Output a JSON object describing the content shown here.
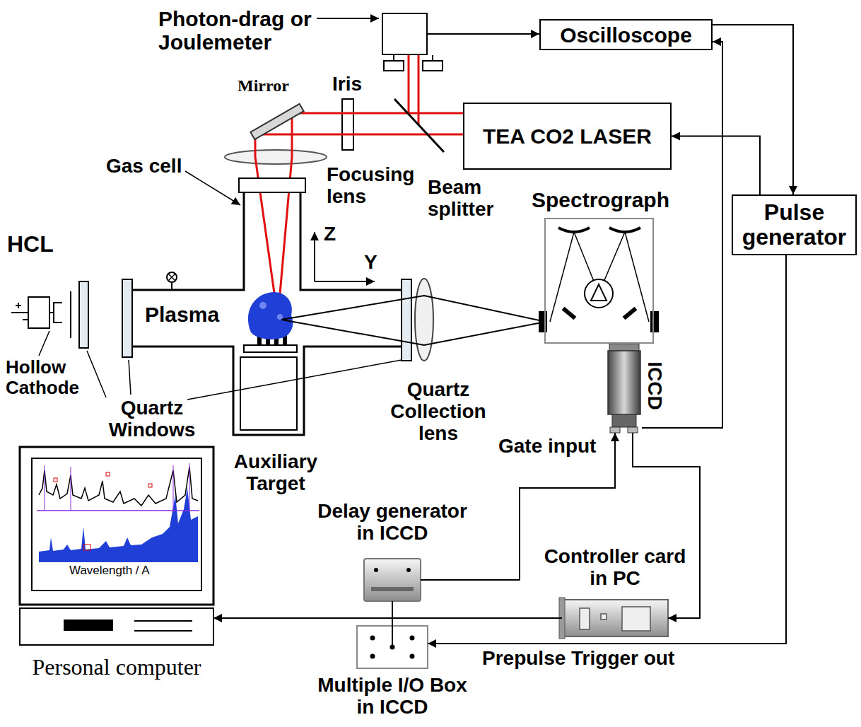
{
  "diagram": {
    "nodes": [
      {
        "text": [
          "Photon-drag or Joulemeter"
        ]
      },
      {
        "text": [
          "Oscilloscope"
        ]
      },
      {
        "text": [
          "TEA CO2 LASER"
        ]
      },
      {
        "text": [
          "Spectrograph"
        ]
      },
      {
        "text": [
          "Pulse generator"
        ]
      },
      {
        "text": [
          "ICCD"
        ]
      },
      {
        "text": [
          "Delay generator in ICCD"
        ]
      },
      {
        "text": [
          "Controller card in PC"
        ]
      },
      {
        "text": [
          "Personal computer"
        ]
      },
      {
        "text": [
          "Multiple I/O Box in ICCD"
        ]
      }
    ],
    "edges": [
      {
        "from": 0,
        "to": 1,
        "arrow": "to"
      },
      {
        "from": 4,
        "to": 2,
        "arrow": "to"
      },
      {
        "from": 1,
        "to": 4,
        "arrow": "to"
      },
      {
        "from": 5,
        "to": 1,
        "arrow": "to"
      },
      {
        "from": 4,
        "to": 9,
        "label": "Prepulse Trigger out",
        "arrow": "to"
      },
      {
        "from": 9,
        "to": 6,
        "arrow": "none"
      },
      {
        "from": 6,
        "to": 5,
        "arrow": "to"
      },
      {
        "from": 5,
        "to": 7,
        "arrow": "to"
      },
      {
        "from": 7,
        "to": 8,
        "arrow": "to"
      }
    ],
    "labels": [
      "Mirror",
      "Iris",
      "Gas cell",
      "Focusing lens",
      "Beam splitter",
      "Z",
      "Y",
      "HCL",
      "Plasma",
      "Hollow Cathode",
      "Quartz Windows",
      "Auxiliary Target",
      "Quartz Collection lens",
      "Gate input",
      "Wavelength / A"
    ]
  }
}
